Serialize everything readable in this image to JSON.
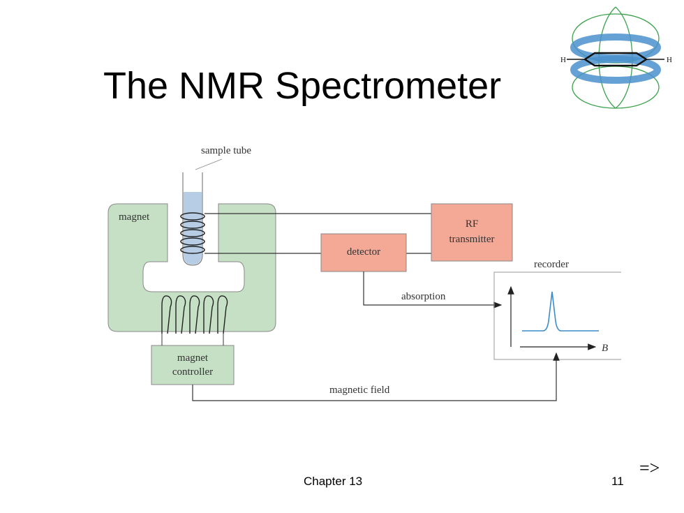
{
  "slide": {
    "title": "The NMR Spectrometer",
    "footer_chapter": "Chapter 13",
    "page_number": "11",
    "nav_arrow": "=>"
  },
  "diagram": {
    "sample_tube": "sample tube",
    "magnet": "magnet",
    "rf_line1": "RF",
    "rf_line2": "transmitter",
    "detector": "detector",
    "recorder": "recorder",
    "absorption": "absorption",
    "magnet_controller_line1": "magnet",
    "magnet_controller_line2": "controller",
    "magnetic_field": "magnetic field",
    "axis_b": "B"
  },
  "benzene_icon": {
    "left_atom": "H",
    "right_atom": "H"
  },
  "colors": {
    "magnet_fill": "#c6e0c6",
    "box_fill": "#f4a896",
    "controller_fill": "#c6e0c6",
    "peak_line": "#3a8cc8",
    "ring_blue": "#4a90cc",
    "field_green": "#3aa04a"
  }
}
